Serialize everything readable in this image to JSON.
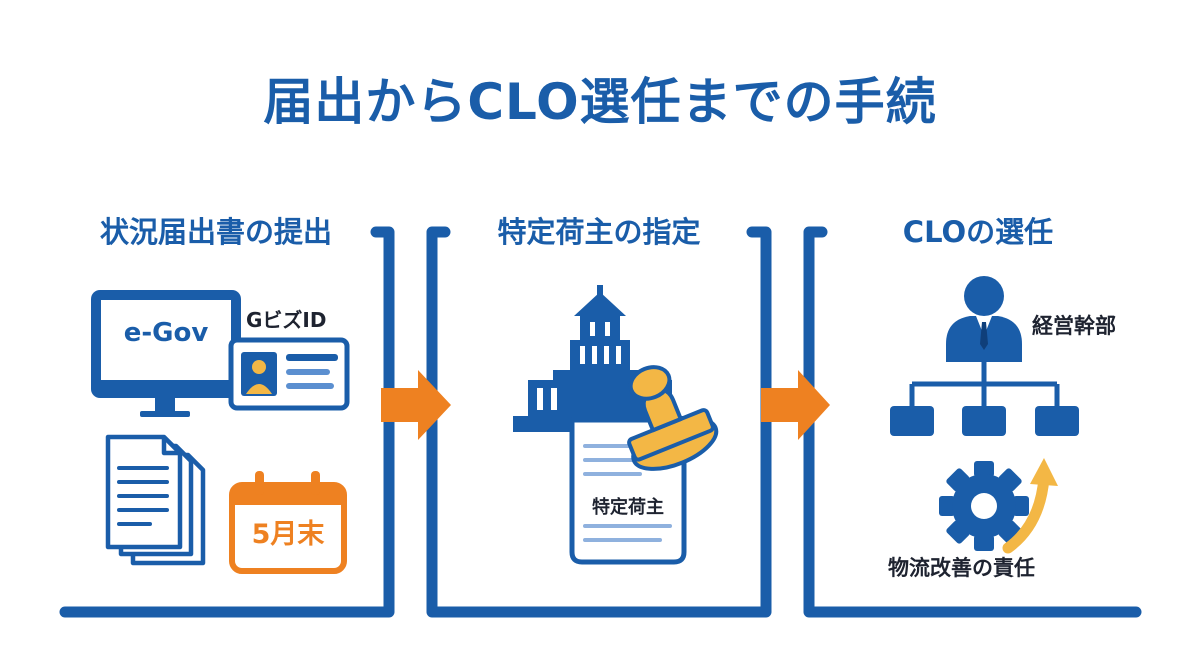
{
  "title": "届出からCLO選任までの手続",
  "stages": [
    {
      "title": "状況届出書の提出",
      "egov_label": "e-Gov",
      "gbiz_label": "GビズID",
      "deadline_label": "5月末"
    },
    {
      "title": "特定荷主の指定",
      "doc_label": "特定荷主"
    },
    {
      "title": "CLOの選任",
      "exec_label": "経営幹部",
      "duty_label": "物流改善の責任"
    }
  ],
  "colors": {
    "primary": "#1a5da9",
    "accent": "#ee8121",
    "stamp": "#f3b745",
    "text": "#1e2330"
  },
  "icons": [
    "computer-monitor-icon",
    "id-card-icon",
    "documents-icon",
    "calendar-icon",
    "government-building-icon",
    "stamp-icon",
    "executive-person-icon",
    "org-chart-icon",
    "gear-icon",
    "upward-arrow-icon"
  ]
}
